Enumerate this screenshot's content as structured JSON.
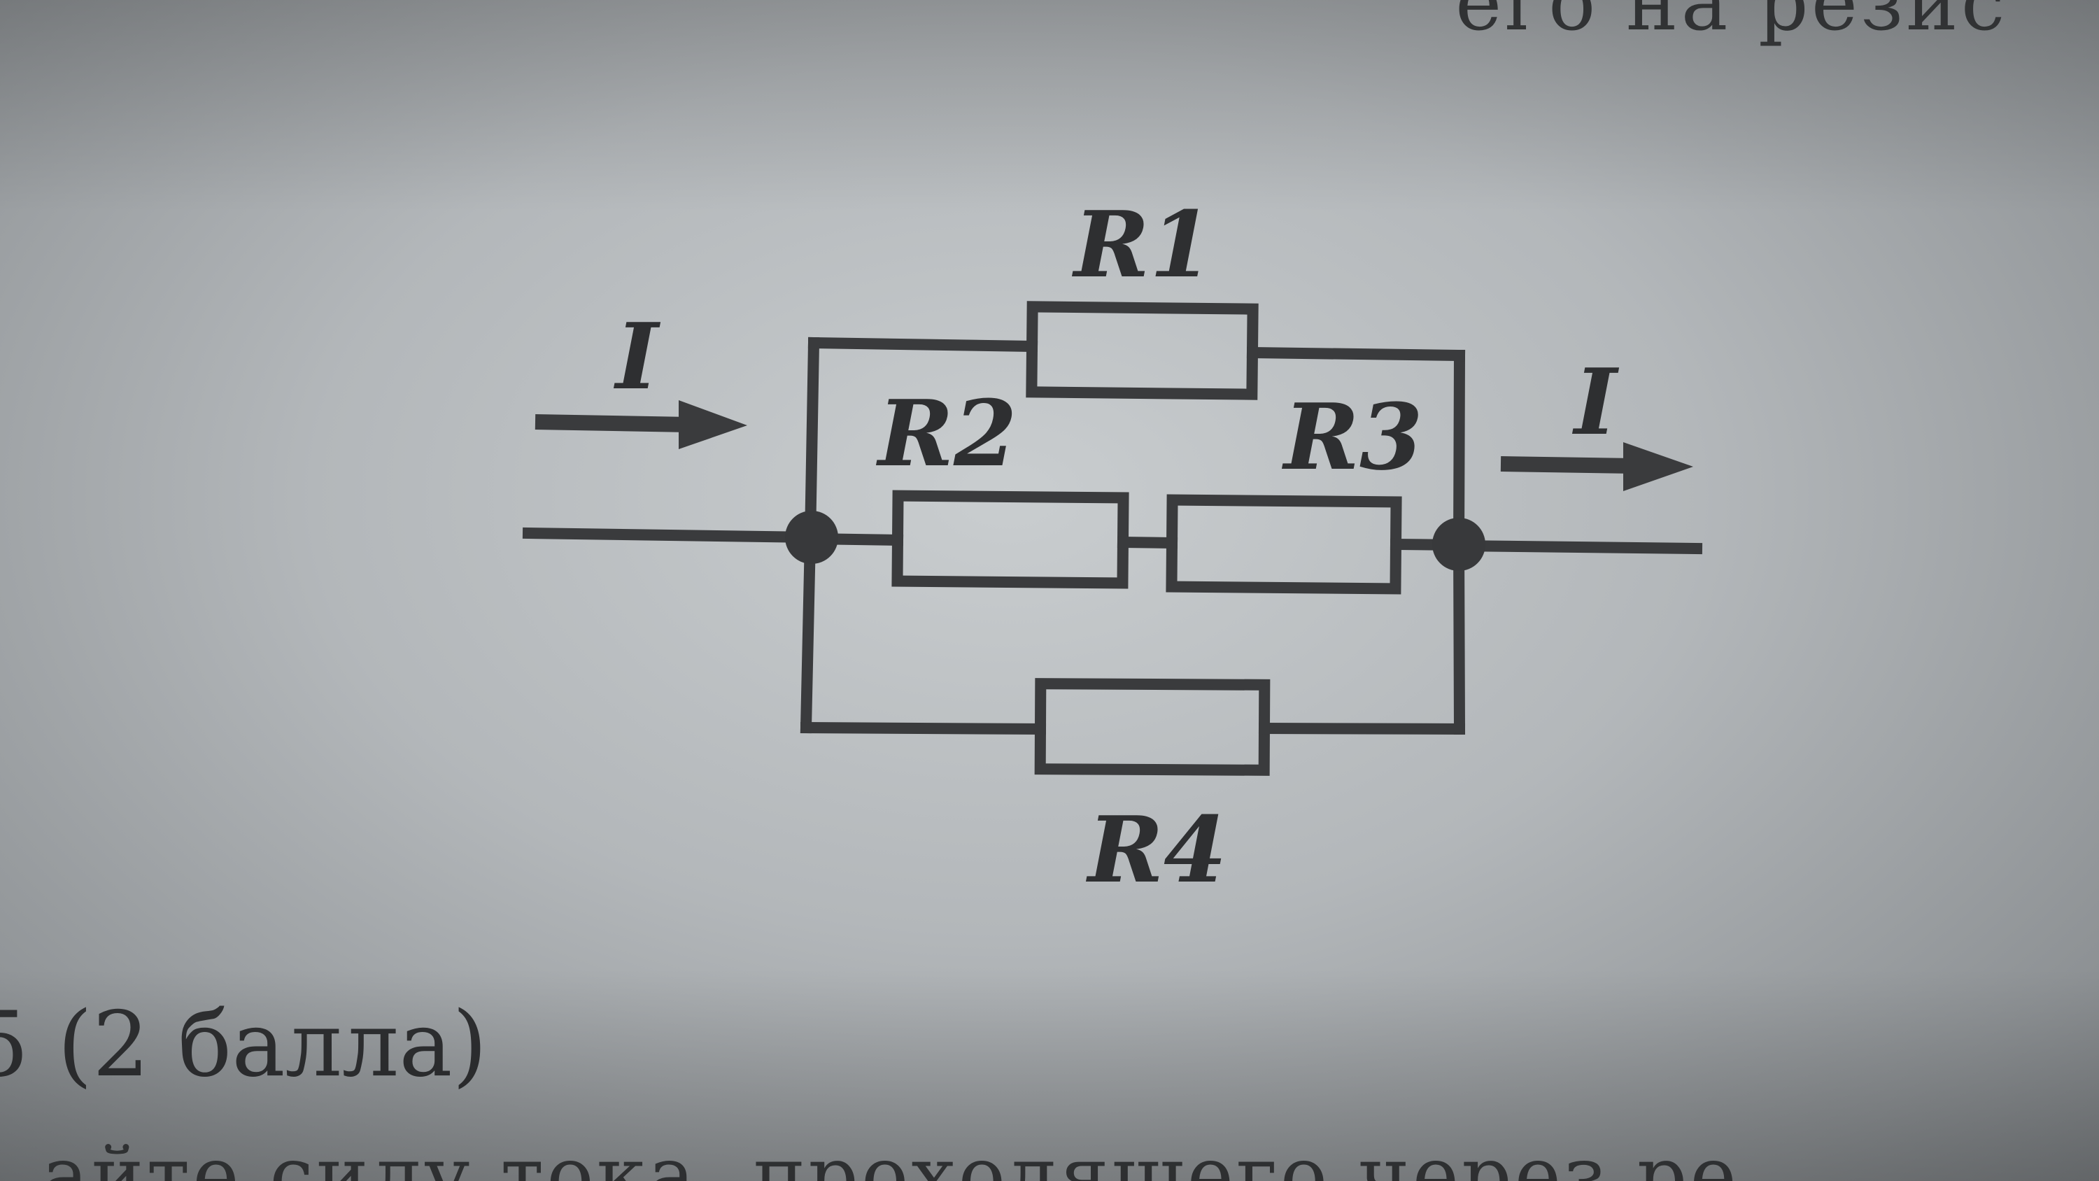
{
  "page": {
    "top_line": "его на резис",
    "score_label": "5 (2 балла)",
    "bottom_line": "айте силу тока, проходящего через ре"
  },
  "diagram": {
    "current_in_label": "I",
    "current_out_label": "I",
    "resistors": [
      {
        "label": "R1"
      },
      {
        "label": "R2"
      },
      {
        "label": "R3"
      },
      {
        "label": "R4"
      }
    ]
  },
  "colors": {
    "ink": "#3a3b3d",
    "paper": "#c9cdcf"
  }
}
